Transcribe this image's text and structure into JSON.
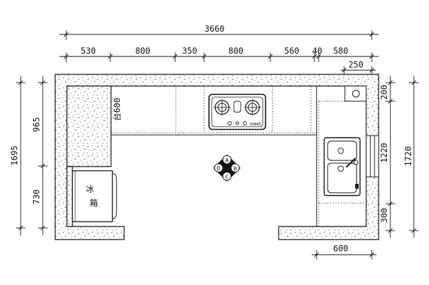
{
  "dimensions": {
    "top_total": "3660",
    "top_segments": [
      "530",
      "800",
      "350",
      "800",
      "560",
      "40",
      "580"
    ],
    "top_right_small": "250",
    "left_outer": "1695",
    "left_upper": "965",
    "left_lower": "730",
    "right_outer": "1720",
    "right_top": "200",
    "right_middle": "1220",
    "right_bottom": "300",
    "bottom_right": "600"
  },
  "labels": {
    "counter_depth": "台600",
    "fridge": "冰箱",
    "stove_brand": "ROBAM"
  },
  "work_triangle": {
    "top": "A",
    "right": "B",
    "bottom": "C",
    "left": "D"
  },
  "colors": {
    "line": "#111111",
    "background": "#ffffff"
  }
}
